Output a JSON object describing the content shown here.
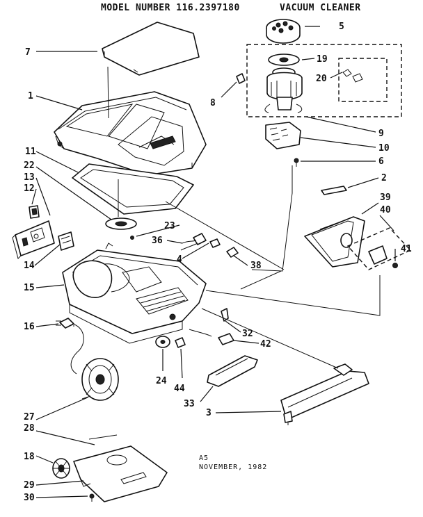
{
  "header": {
    "model_number": "MODEL NUMBER 116.2397180",
    "product": "VACUUM CLEANER"
  },
  "footer": {
    "code": "A5",
    "date": "NOVEMBER, 1982"
  },
  "part_numbers": [
    "5",
    "7",
    "19",
    "20",
    "1",
    "8",
    "9",
    "10",
    "6",
    "11",
    "2",
    "22",
    "13",
    "12",
    "39",
    "40",
    "23",
    "36",
    "41",
    "4",
    "14",
    "38",
    "15",
    "16",
    "32",
    "42",
    "24",
    "44",
    "33",
    "3",
    "27",
    "28",
    "18",
    "29",
    "30"
  ]
}
